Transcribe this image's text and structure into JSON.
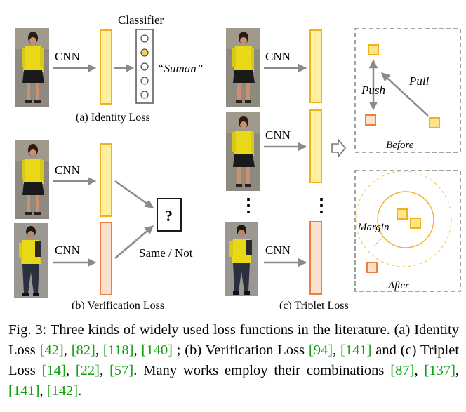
{
  "panels": {
    "identity": {
      "cnn_label": "CNN",
      "classifier_label": "Classifier",
      "predicted_name": "“Suman”",
      "caption": "(a) Identity Loss"
    },
    "verification": {
      "cnn_label_top": "CNN",
      "cnn_label_bottom": "CNN",
      "question_mark": "?",
      "decision_label": "Same / Not",
      "caption": "(b) Verification Loss"
    },
    "triplet": {
      "cnn_label_1": "CNN",
      "cnn_label_2": "CNN",
      "cnn_label_3": "CNN",
      "ellipsis": "⋮",
      "push_label": "Push",
      "pull_label": "Pull",
      "before_label": "Before",
      "margin_label": "Margin",
      "after_label": "After",
      "caption": "(c) Triplet Loss"
    }
  },
  "caption": {
    "prefix": "Fig. 3: Three kinds of widely used loss functions in the literature. (a) Identity Loss ",
    "refs_a": [
      "[42]",
      "[82]",
      "[118]",
      "[140]"
    ],
    "mid_a": " ; (b) Verification Loss ",
    "refs_b": [
      "[94]",
      "[141]"
    ],
    "mid_b": " and (c) Triplet Loss ",
    "refs_c": [
      "[14]",
      "[22]",
      "[57]"
    ],
    "mid_c": ". Many works employ their combinations ",
    "refs_d": [
      "[87]",
      "[137]",
      "[141]",
      "[142]"
    ],
    "suffix": "."
  },
  "colors": {
    "yellow_fill": "#fff0a0",
    "yellow_stroke": "#f0b020",
    "orange_fill": "#fde0cc",
    "orange_stroke": "#e88040",
    "arrow_gray": "#8a8a8a",
    "dashed_gray": "#888888",
    "ref_green": "#10a010"
  }
}
